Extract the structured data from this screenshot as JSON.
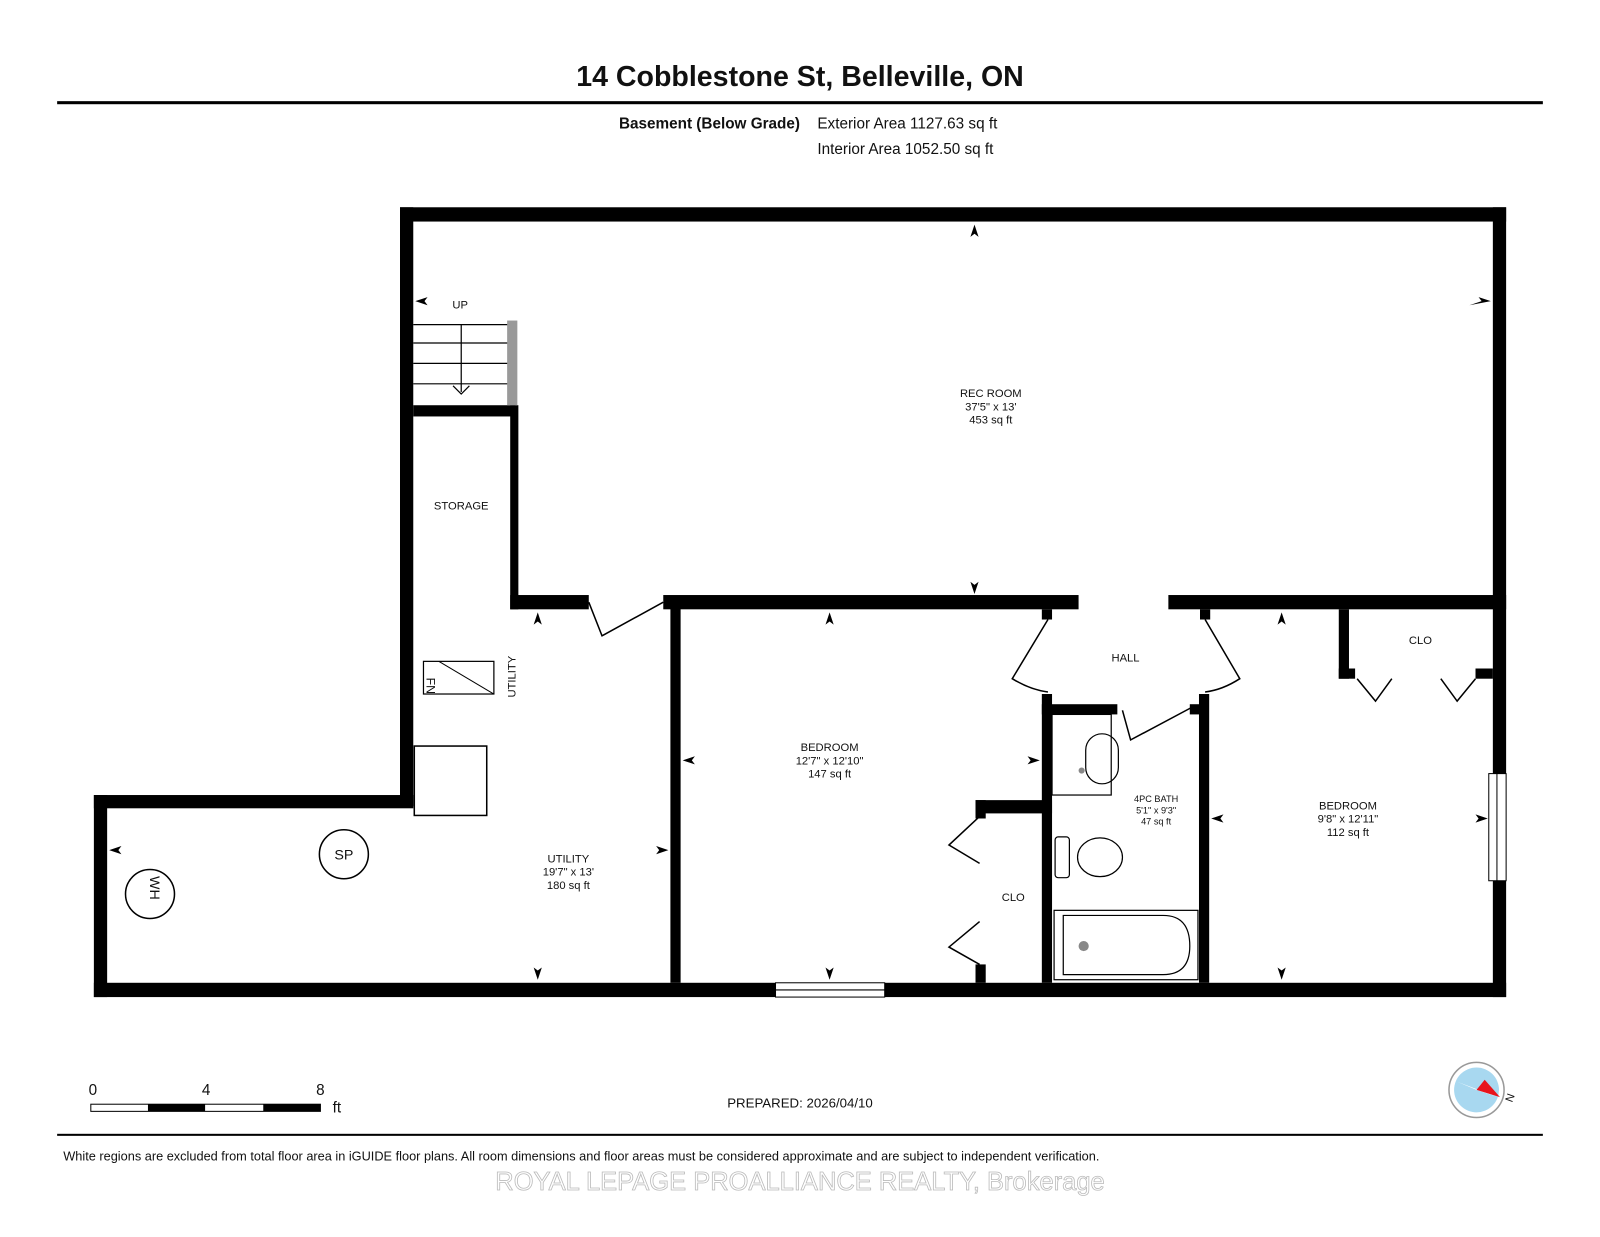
{
  "title": "14 Cobblestone St, Belleville, ON",
  "level": "Basement (Below Grade)",
  "exterior_area": "Exterior Area 1127.63 sq ft",
  "interior_area": "Interior Area 1052.50 sq ft",
  "rooms": {
    "rec": {
      "name": "REC ROOM",
      "dims": "37'5\" x 13'",
      "area": "453 sq ft"
    },
    "storage": {
      "name": "STORAGE"
    },
    "utility_label": {
      "name": "UTILITY"
    },
    "utility": {
      "name": "UTILITY",
      "dims": "19'7\" x 13'",
      "area": "180 sq ft"
    },
    "bedroom1": {
      "name": "BEDROOM",
      "dims": "12'7\" x 12'10\"",
      "area": "147 sq ft"
    },
    "hall": {
      "name": "HALL"
    },
    "bath": {
      "name": "4PC BATH",
      "dims": "5'1\" x 9'3\"",
      "area": "47 sq ft"
    },
    "bedroom2": {
      "name": "BEDROOM",
      "dims": "9'8\" x 12'11\"",
      "area": "112 sq ft"
    },
    "clo1": {
      "name": "CLO"
    },
    "clo2": {
      "name": "CLO"
    }
  },
  "fixtures": {
    "up": "UP",
    "furnace": "FN",
    "sump": "SP",
    "water_heater": "WH"
  },
  "scale": {
    "ticks": [
      "0",
      "4",
      "8"
    ],
    "unit": "ft"
  },
  "prepared": "PREPARED: 2026/04/10",
  "disclaimer": "White regions are excluded from total floor area in iGUIDE floor plans. All room dimensions and floor areas must be considered approximate and are subject to independent verification.",
  "watermark": "ROYAL LEPAGE PROALLIANCE REALTY, Brokerage",
  "colors": {
    "wall": "#000000",
    "compass_blue": "#a8d8f0",
    "compass_red": "#e8141c"
  }
}
